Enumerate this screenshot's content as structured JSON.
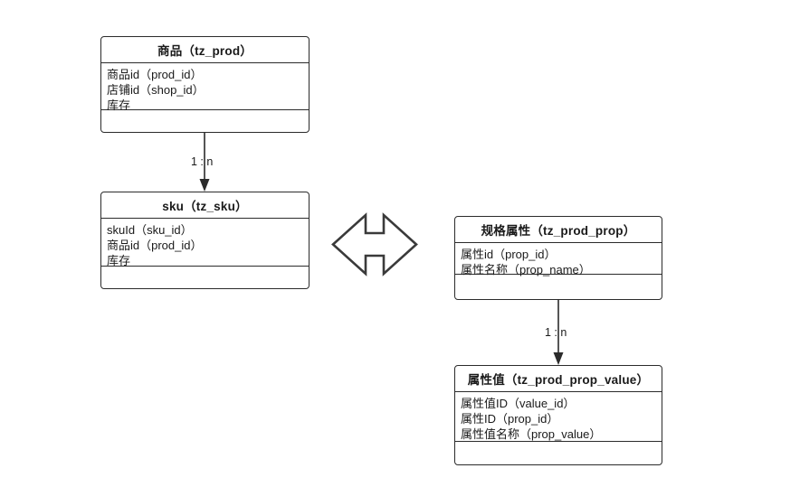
{
  "diagram": {
    "type": "entity-relationship-diagram",
    "background_color": "#ffffff",
    "line_color": "#2b2b2b",
    "text_color": "#1a1a1a",
    "entities": [
      {
        "id": "tz_prod",
        "title": "商品（tz_prod）",
        "attributes": [
          "商品id（prod_id）",
          "店铺id（shop_id）",
          "库存"
        ]
      },
      {
        "id": "tz_sku",
        "title": "sku（tz_sku）",
        "attributes": [
          "skuId（sku_id）",
          "商品id（prod_id）",
          "库存"
        ]
      },
      {
        "id": "tz_prod_prop",
        "title": "规格属性（tz_prod_prop）",
        "attributes": [
          "属性id（prop_id）",
          "属性名称（prop_name）"
        ]
      },
      {
        "id": "tz_prod_prop_value",
        "title": "属性值（tz_prod_prop_value）",
        "attributes": [
          "属性值ID（value_id）",
          "属性ID（prop_id）",
          "属性值名称（prop_value）"
        ]
      }
    ],
    "relationships": [
      {
        "id": "prod-to-sku",
        "from": "tz_prod",
        "to": "tz_sku",
        "label": "1 : n",
        "style": "solid-arrow-down"
      },
      {
        "id": "prop-to-prop-value",
        "from": "tz_prod_prop",
        "to": "tz_prod_prop_value",
        "label": "1 : n",
        "style": "solid-arrow-down"
      },
      {
        "id": "sku-to-prop",
        "from": "tz_sku",
        "to": "tz_prod_prop",
        "label": "",
        "style": "hollow-double-headed-arrow"
      }
    ]
  }
}
